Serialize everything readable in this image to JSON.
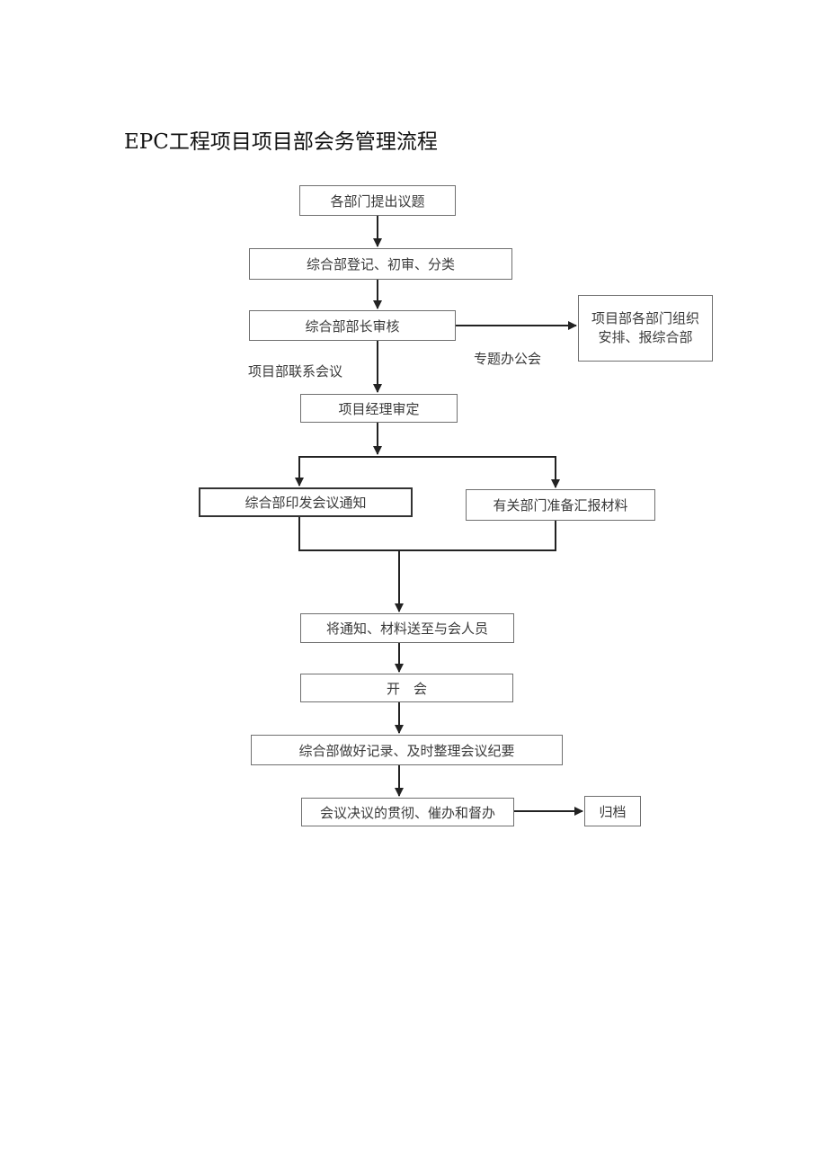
{
  "title": "EPC工程项目项目部会务管理流程",
  "nodes": {
    "n1": "各部门提出议题",
    "n2": "综合部登记、初审、分类",
    "n3": "综合部部长审核",
    "n4": "项目部各部门组织安排、报综合部",
    "n5": "项目经理审定",
    "n6": "综合部印发会议通知",
    "n7": "有关部门准备汇报材料",
    "n8": "将通知、材料送至与会人员",
    "n9": "开　会",
    "n10": "综合部做好记录、及时整理会议纪要",
    "n11": "会议决议的贯彻、催办和督办",
    "n12": "归档"
  },
  "edge_labels": {
    "liaison_meeting": "项目部联系会议",
    "special_meeting": "专题办公会"
  }
}
